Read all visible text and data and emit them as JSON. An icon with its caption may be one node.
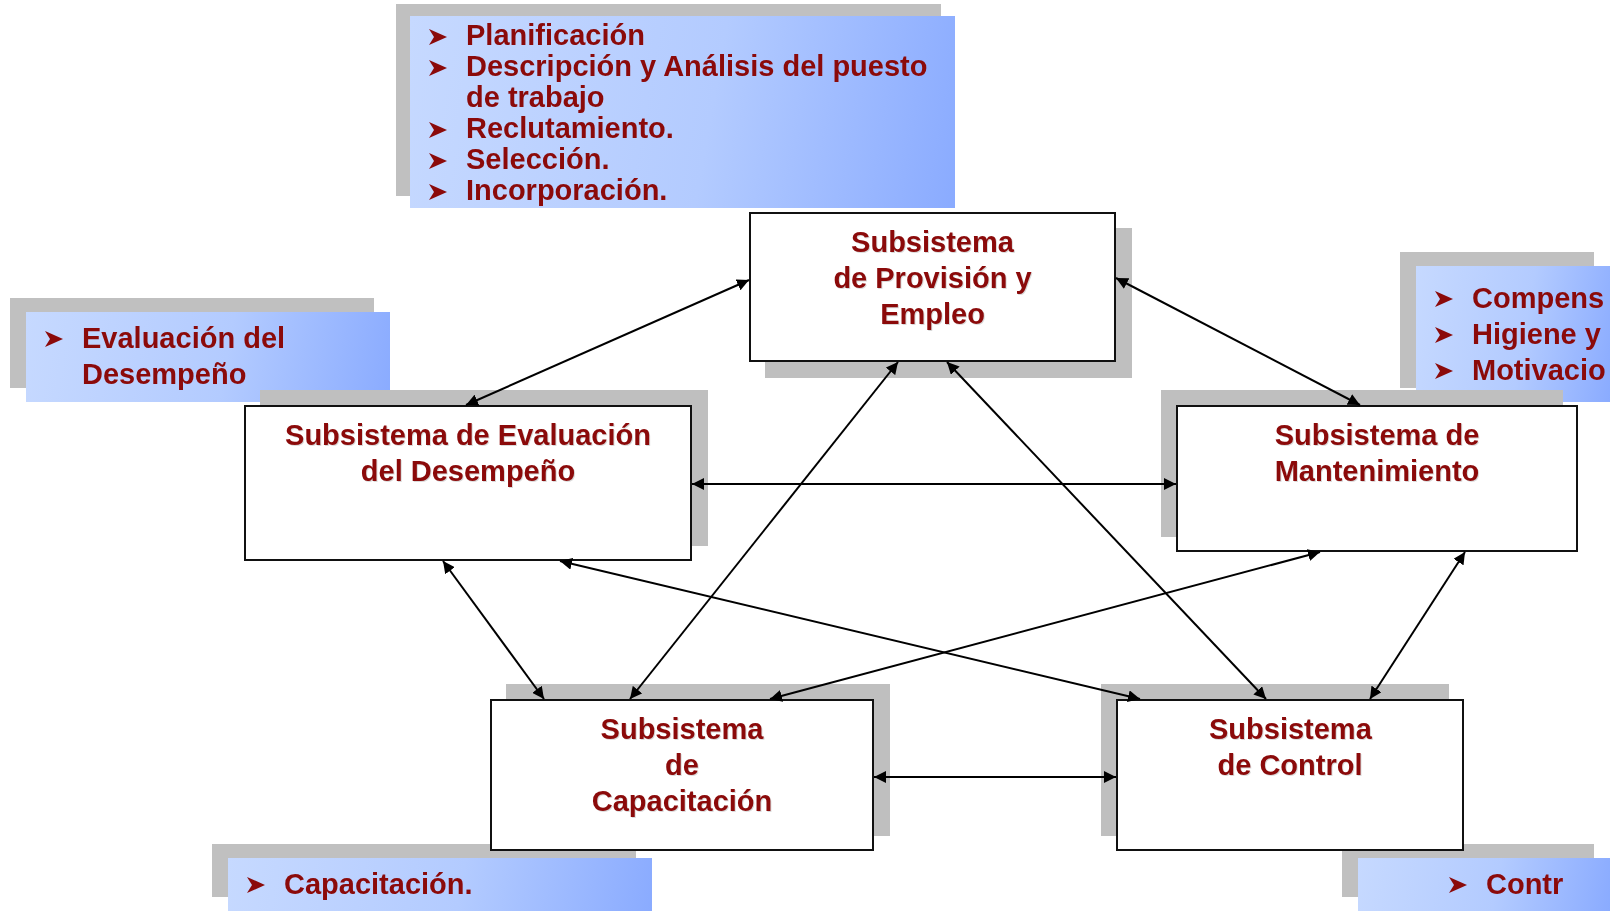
{
  "diagram": {
    "nodes": [
      {
        "text": [
          "Planificación",
          "Descripción y Análisis del puesto de trabajo",
          "Reclutamiento.",
          "Selección.",
          "Incorporación."
        ]
      },
      {
        "text": [
          "Evaluación del Desempeño"
        ]
      },
      {
        "text": [
          "Compens",
          "Higiene y",
          "Motivacio"
        ]
      },
      {
        "text": [
          "Subsistema de Provisión y Empleo"
        ]
      },
      {
        "text": [
          "Subsistema de Evaluación del Desempeño"
        ]
      },
      {
        "text": [
          "Subsistema de Mantenimiento"
        ]
      },
      {
        "text": [
          "Subsistema de Capacitación"
        ]
      },
      {
        "text": [
          "Subsistema de Control"
        ]
      },
      {
        "text": [
          "Capacitación."
        ]
      },
      {
        "text": [
          "Contr"
        ]
      }
    ],
    "edges": [
      {
        "from": 3,
        "to": 4,
        "arrow": "both"
      },
      {
        "from": 3,
        "to": 5,
        "arrow": "both"
      },
      {
        "from": 4,
        "to": 5,
        "arrow": "both"
      },
      {
        "from": 3,
        "to": 6,
        "arrow": "both"
      },
      {
        "from": 3,
        "to": 7,
        "arrow": "both"
      },
      {
        "from": 4,
        "to": 6,
        "arrow": "both"
      },
      {
        "from": 4,
        "to": 7,
        "arrow": "both"
      },
      {
        "from": 5,
        "to": 6,
        "arrow": "both"
      },
      {
        "from": 5,
        "to": 7,
        "arrow": "both"
      },
      {
        "from": 6,
        "to": 7,
        "arrow": "both"
      }
    ]
  }
}
